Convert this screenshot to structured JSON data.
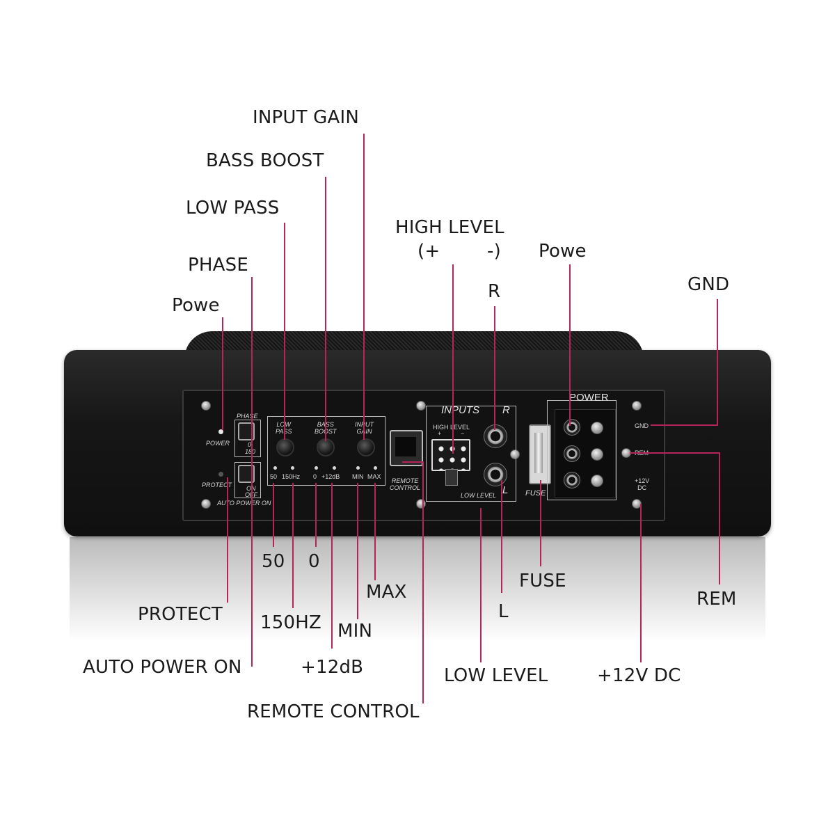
{
  "callouts": {
    "input_gain": "INPUT GAIN",
    "bass_boost": "BASS BOOST",
    "low_pass": "LOW PASS",
    "phase": "PHASE",
    "power_left": "Powe",
    "high_level": "HIGH LEVEL",
    "high_level_polarity": "(+        -)",
    "power_right": "Powe",
    "r": "R",
    "gnd": "GND",
    "fifty": "50",
    "zero": "0",
    "max": "MAX",
    "fuse": "FUSE",
    "rem": "REM",
    "protect": "PROTECT",
    "one_fifty_hz": "150HZ",
    "min": "MIN",
    "l": "L",
    "auto_power_on": "AUTO POWER ON",
    "plus_12db": "+12dB",
    "low_level": "LOW LEVEL",
    "plus_12v_dc": "+12V DC",
    "remote_control": "REMOTE CONTROL"
  },
  "panel": {
    "phase": "PHASE",
    "power": "POWER",
    "phase_0": "0",
    "phase_180": "180",
    "low_pass": "LOW\nPASS",
    "bass_boost": "BASS\nBOOST",
    "input_gain": "INPUT\nGAIN",
    "lp_50": "50",
    "lp_150": "150Hz",
    "bb_0": "0",
    "bb_12": "+12dB",
    "ig_min": "MIN",
    "ig_max": "MAX",
    "protect": "PROTECT",
    "sw_on": "ON",
    "sw_off": "OFF",
    "auto_power_on": "AUTO POWER ON",
    "remote": "REMOTE\nCONTROL",
    "inputs": "INPUTS",
    "high_level": "HIGH LEVEL",
    "hl_plus": "+",
    "hl_minus": "−",
    "r": "R",
    "l": "L",
    "low_level": "LOW LEVEL",
    "fuse": "FUSE",
    "power_block": "POWER",
    "gnd": "GND",
    "rem": "REM",
    "dc": "+12V\nDC"
  },
  "colors": {
    "leader": "#b5245a",
    "body": "#1b1b1b",
    "panel": "#141414"
  }
}
